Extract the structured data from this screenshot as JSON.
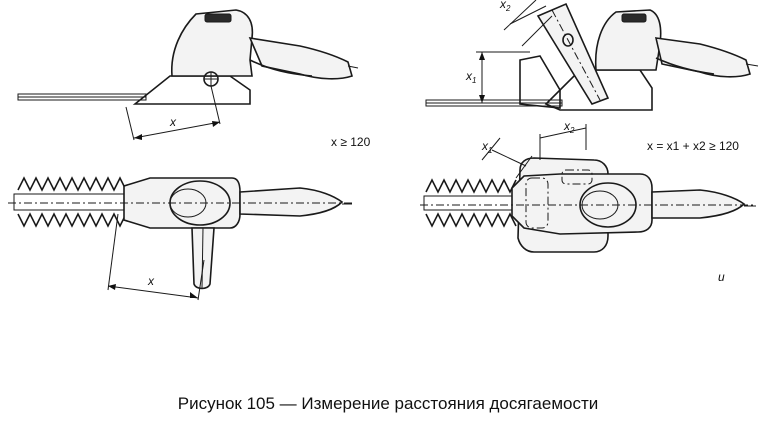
{
  "caption": "Рисунок 105 — Измерение расстояния досягаемости",
  "formulas": {
    "left": "x ≥ 120",
    "right": "x = x1 + x2 ≥ 120"
  },
  "labels": {
    "x": "x",
    "x1_base": "x",
    "x1_sub": "1",
    "x2_base": "x",
    "x2_sub": "2"
  },
  "corner_mark": "u",
  "colors": {
    "ink": "#1a1a1a",
    "paper": "#ffffff"
  }
}
